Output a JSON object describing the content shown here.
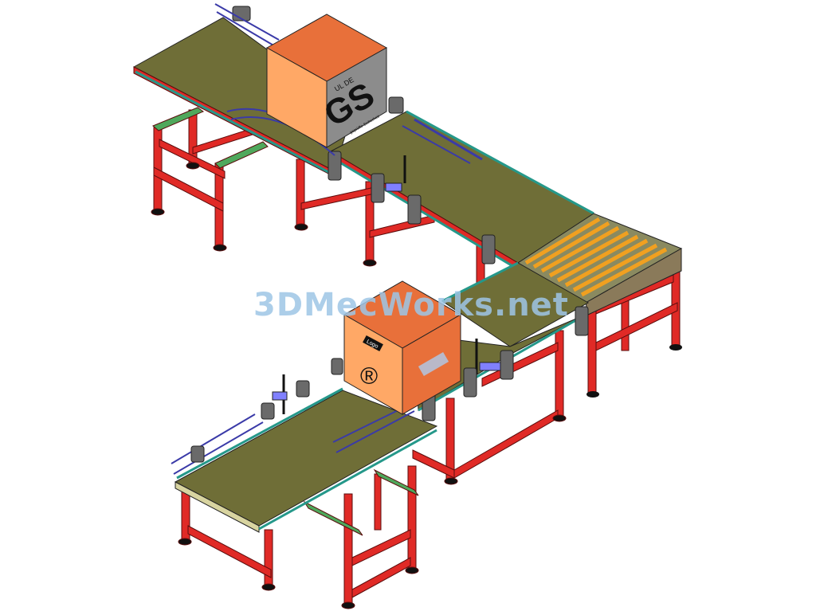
{
  "watermark": "3DMecWorks.net",
  "box_upper": {
    "mark_small": "UL DE",
    "mark_big": "GS",
    "mark_sub": "geprüfte Sicherheit"
  },
  "box_lower": {
    "tag": "Logo",
    "registered": "®"
  },
  "colors": {
    "frame": "#e02a26",
    "belt": "#6f6e37",
    "box_light": "#ffa866",
    "box_dark": "#e8703a",
    "rail": "#3a3aa8",
    "edge": "#25988a",
    "green_brace": "#4fa85c",
    "rollers": "#f0a020"
  }
}
